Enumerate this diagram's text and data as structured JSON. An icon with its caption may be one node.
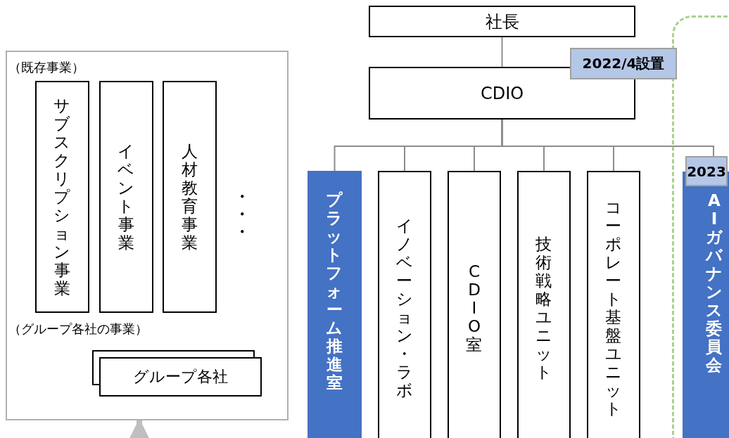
{
  "diagram": {
    "nodes": [
      {
        "text": [
          "（既存事業）",
          "（グループ各社の事業）"
        ]
      },
      {
        "text": [
          "サブスクリプション事業"
        ],
        "in": 0
      },
      {
        "text": [
          "イベント事業"
        ],
        "in": 0
      },
      {
        "text": [
          "人材教育事業"
        ],
        "in": 0
      },
      {
        "text": [
          "グループ各社"
        ],
        "in": 0
      },
      {
        "text": [
          "社長"
        ]
      },
      {
        "text": [
          "CDIO"
        ],
        "beside": [
          "2022/4設置"
        ]
      },
      {
        "text": [
          "プラットフォーム推進室"
        ]
      },
      {
        "text": [
          "イノベーション・ラボ"
        ]
      },
      {
        "text": [
          "CDIO室"
        ]
      },
      {
        "text": [
          "技術戦略ユニット"
        ]
      },
      {
        "text": [
          "コーポレート基盤ユニット"
        ]
      },
      {
        "text": [],
        "shape": "box"
      },
      {
        "text": [
          "AIガバナンス委員会"
        ],
        "in": 12,
        "beside": [
          "2023"
        ]
      }
    ],
    "edges": [
      {
        "from": 5,
        "to": 6,
        "arrow": "none"
      },
      {
        "from": 6,
        "to": 7,
        "arrow": "none"
      },
      {
        "from": 6,
        "to": 8,
        "arrow": "none"
      },
      {
        "from": 6,
        "to": 9,
        "arrow": "none"
      },
      {
        "from": 6,
        "to": 10,
        "arrow": "none"
      },
      {
        "from": 6,
        "to": 11,
        "arrow": "none"
      },
      {
        "from": 6,
        "to": 13,
        "arrow": "none"
      },
      {
        "from": null,
        "to": 0,
        "arrow": "to",
        "color": "#bfbfbf",
        "style": "thick"
      }
    ],
    "labels": [
      "・・・"
    ]
  }
}
